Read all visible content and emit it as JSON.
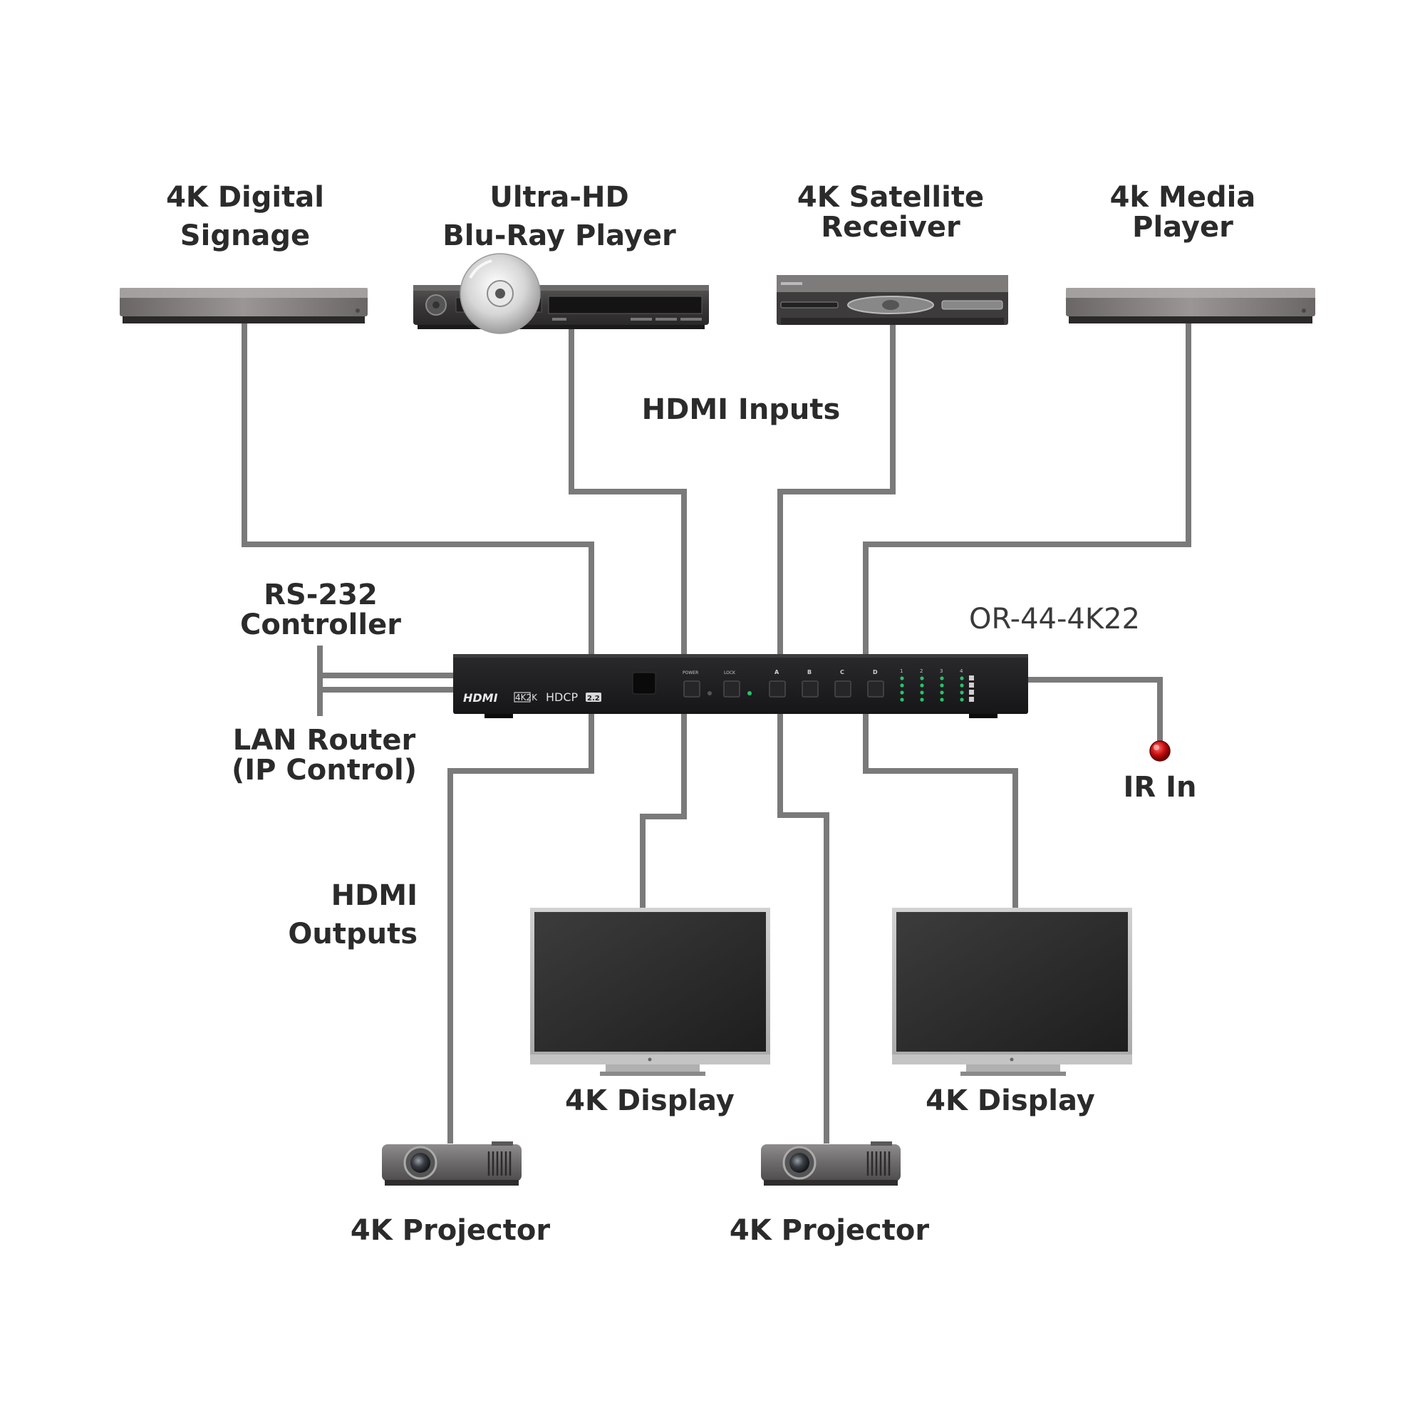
{
  "labels": {
    "digital_signage": [
      "4K Digital",
      "Signage"
    ],
    "bluray": [
      "Ultra-HD",
      "Blu-Ray Player"
    ],
    "satellite": [
      "4K Satellite",
      "Receiver"
    ],
    "media_player": [
      "4k Media",
      "Player"
    ],
    "hdmi_inputs": "HDMI Inputs",
    "rs232": [
      "RS-232",
      "Controller"
    ],
    "lan": [
      "LAN Router",
      "(IP Control)"
    ],
    "model": "OR-44-4K22",
    "ir_in": "IR In",
    "hdmi_outputs": [
      "HDMI",
      "Outputs"
    ],
    "display_1": "4K Display",
    "display_2": "4K Display",
    "projector_1": "4K Projector",
    "projector_2": "4K Projector"
  },
  "switcher": {
    "logo": "HDMI",
    "badge_4k2k": "4K2K",
    "hdcp": "HDCP",
    "hdcp_version": "2.2",
    "power": "POWER",
    "lock": "LOCK",
    "inputs": [
      "A",
      "B",
      "C",
      "D"
    ],
    "outputs": [
      "1",
      "2",
      "3",
      "4"
    ]
  },
  "colors": {
    "cable": "#7a7a7a",
    "text": "#2b2b2b",
    "switcher_body": "#1e1e20",
    "led": "#28c46a",
    "ir_led": "#cc1010"
  }
}
